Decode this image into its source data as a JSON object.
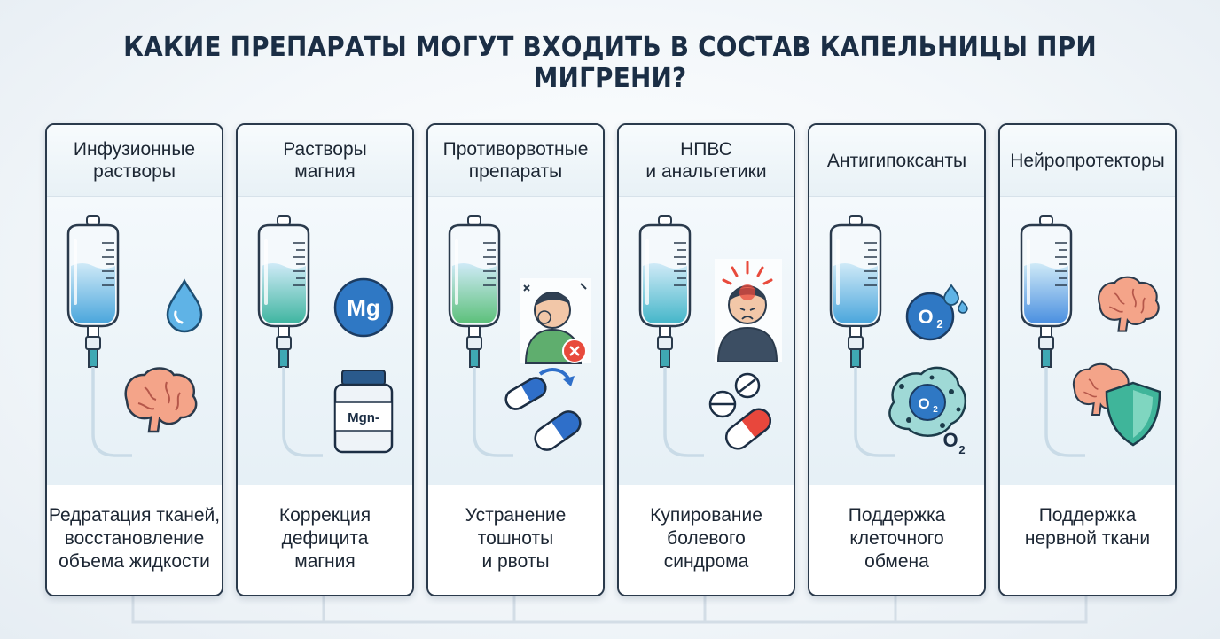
{
  "title": "КАКИЕ ПРЕПАРАТЫ МОГУТ ВХОДИТЬ В СОСТАВ КАПЕЛЬНИЦЫ ПРИ МИГРЕНИ?",
  "cards": [
    {
      "heading": "Инфузионные\nрастворы",
      "description": "Редратация тканей,\nвосстановление\nобъема жидкости",
      "liquid_color": "#4aa6dc",
      "icons": [
        "water-drop-icon",
        "brain-icon"
      ]
    },
    {
      "heading": "Растворы\nмагния",
      "description": "Коррекция\nдефицита\nмагния",
      "liquid_color": "#3fb5a0",
      "icons": [
        "magnesium-icon",
        "pill-bottle-icon"
      ],
      "badge_text": "Mg",
      "bottle_label": "Mgn-"
    },
    {
      "heading": "Противорвотные\nпрепараты",
      "description": "Устранение\nтошноты\nи рвоты",
      "liquid_color": "#5cc07a",
      "icons": [
        "nausea-person-icon",
        "capsules-icon"
      ]
    },
    {
      "heading": "НПВС\nи анальгетики",
      "description": "Купирование\nболевого\nсиндрома",
      "liquid_color": "#45b6c9",
      "icons": [
        "headache-person-icon",
        "pills-icon"
      ]
    },
    {
      "heading": "Антигипоксанты",
      "description": "Поддержка\nклеточного\nобмена",
      "liquid_color": "#4aa6dc",
      "icons": [
        "oxygen-icon",
        "cell-oxygen-icon"
      ],
      "o2_text": "O",
      "o2_sub": "2"
    },
    {
      "heading": "Нейропротекторы",
      "description": "Поддержка\nнервной ткани",
      "liquid_color": "#4a8fe0",
      "icons": [
        "brain-icon",
        "brain-shield-icon"
      ]
    }
  ]
}
